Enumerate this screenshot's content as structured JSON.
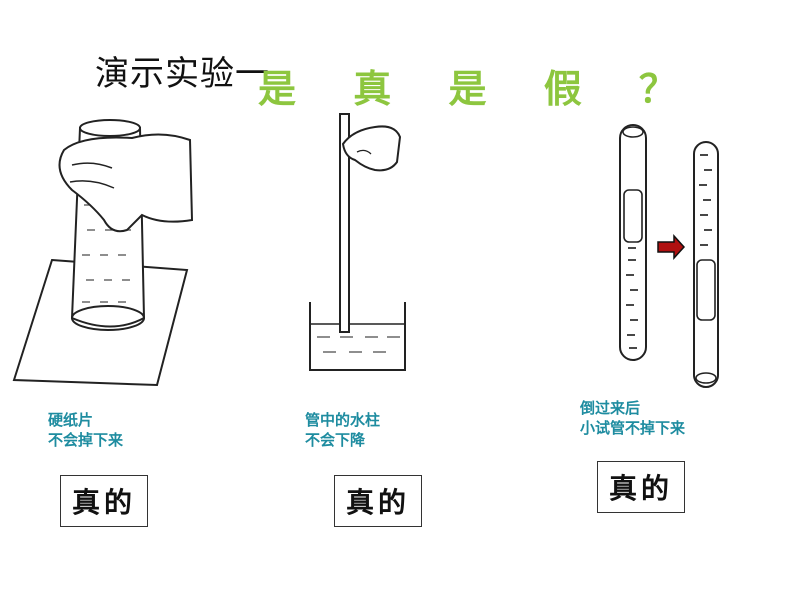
{
  "title": "演示实验一",
  "question": "是 真 是 假 ？",
  "experiments": [
    {
      "caption_line1": "硬纸片",
      "caption_line2": "不会掉下来",
      "verdict": "真的"
    },
    {
      "caption_line1": "管中的水柱",
      "caption_line2": "不会下降",
      "verdict": "真的"
    },
    {
      "caption_line1": "倒过来后",
      "caption_line2": "小试管不掉下来",
      "verdict": "真的"
    }
  ],
  "colors": {
    "question": "#8dc63f",
    "caption": "#1e8ca0",
    "arrow": "#b01010"
  }
}
